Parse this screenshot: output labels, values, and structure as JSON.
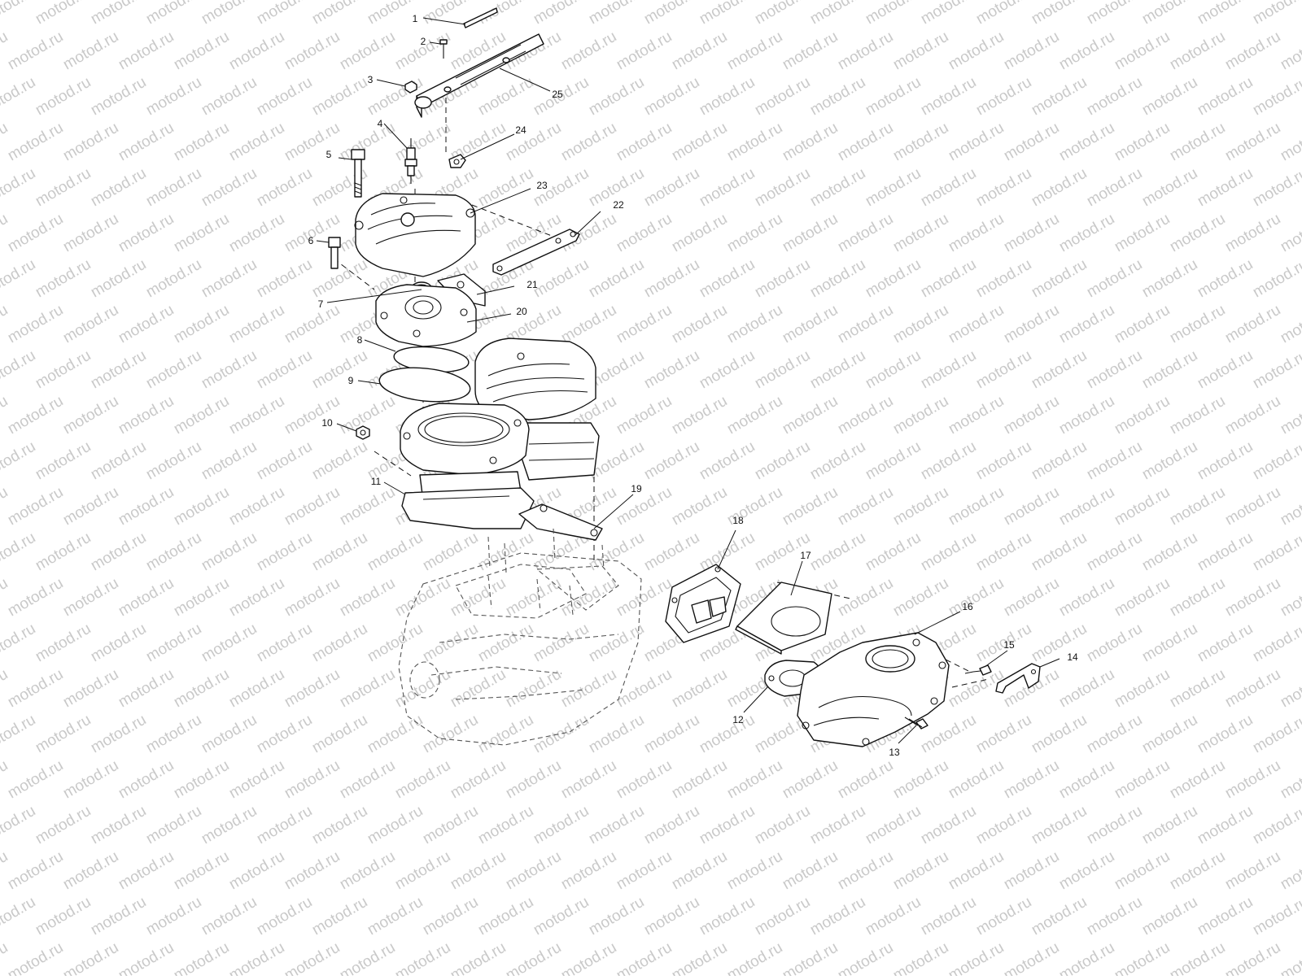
{
  "diagram": {
    "watermark": "motod.ru",
    "callouts": [
      "1",
      "2",
      "3",
      "4",
      "5",
      "6",
      "7",
      "8",
      "9",
      "10",
      "11",
      "12",
      "13",
      "14",
      "15",
      "16",
      "17",
      "18",
      "19",
      "20",
      "21",
      "22",
      "23",
      "24",
      "25"
    ]
  },
  "colors": {
    "line": "#111111",
    "watermark": "#c9c9c9",
    "background": "#ffffff"
  }
}
